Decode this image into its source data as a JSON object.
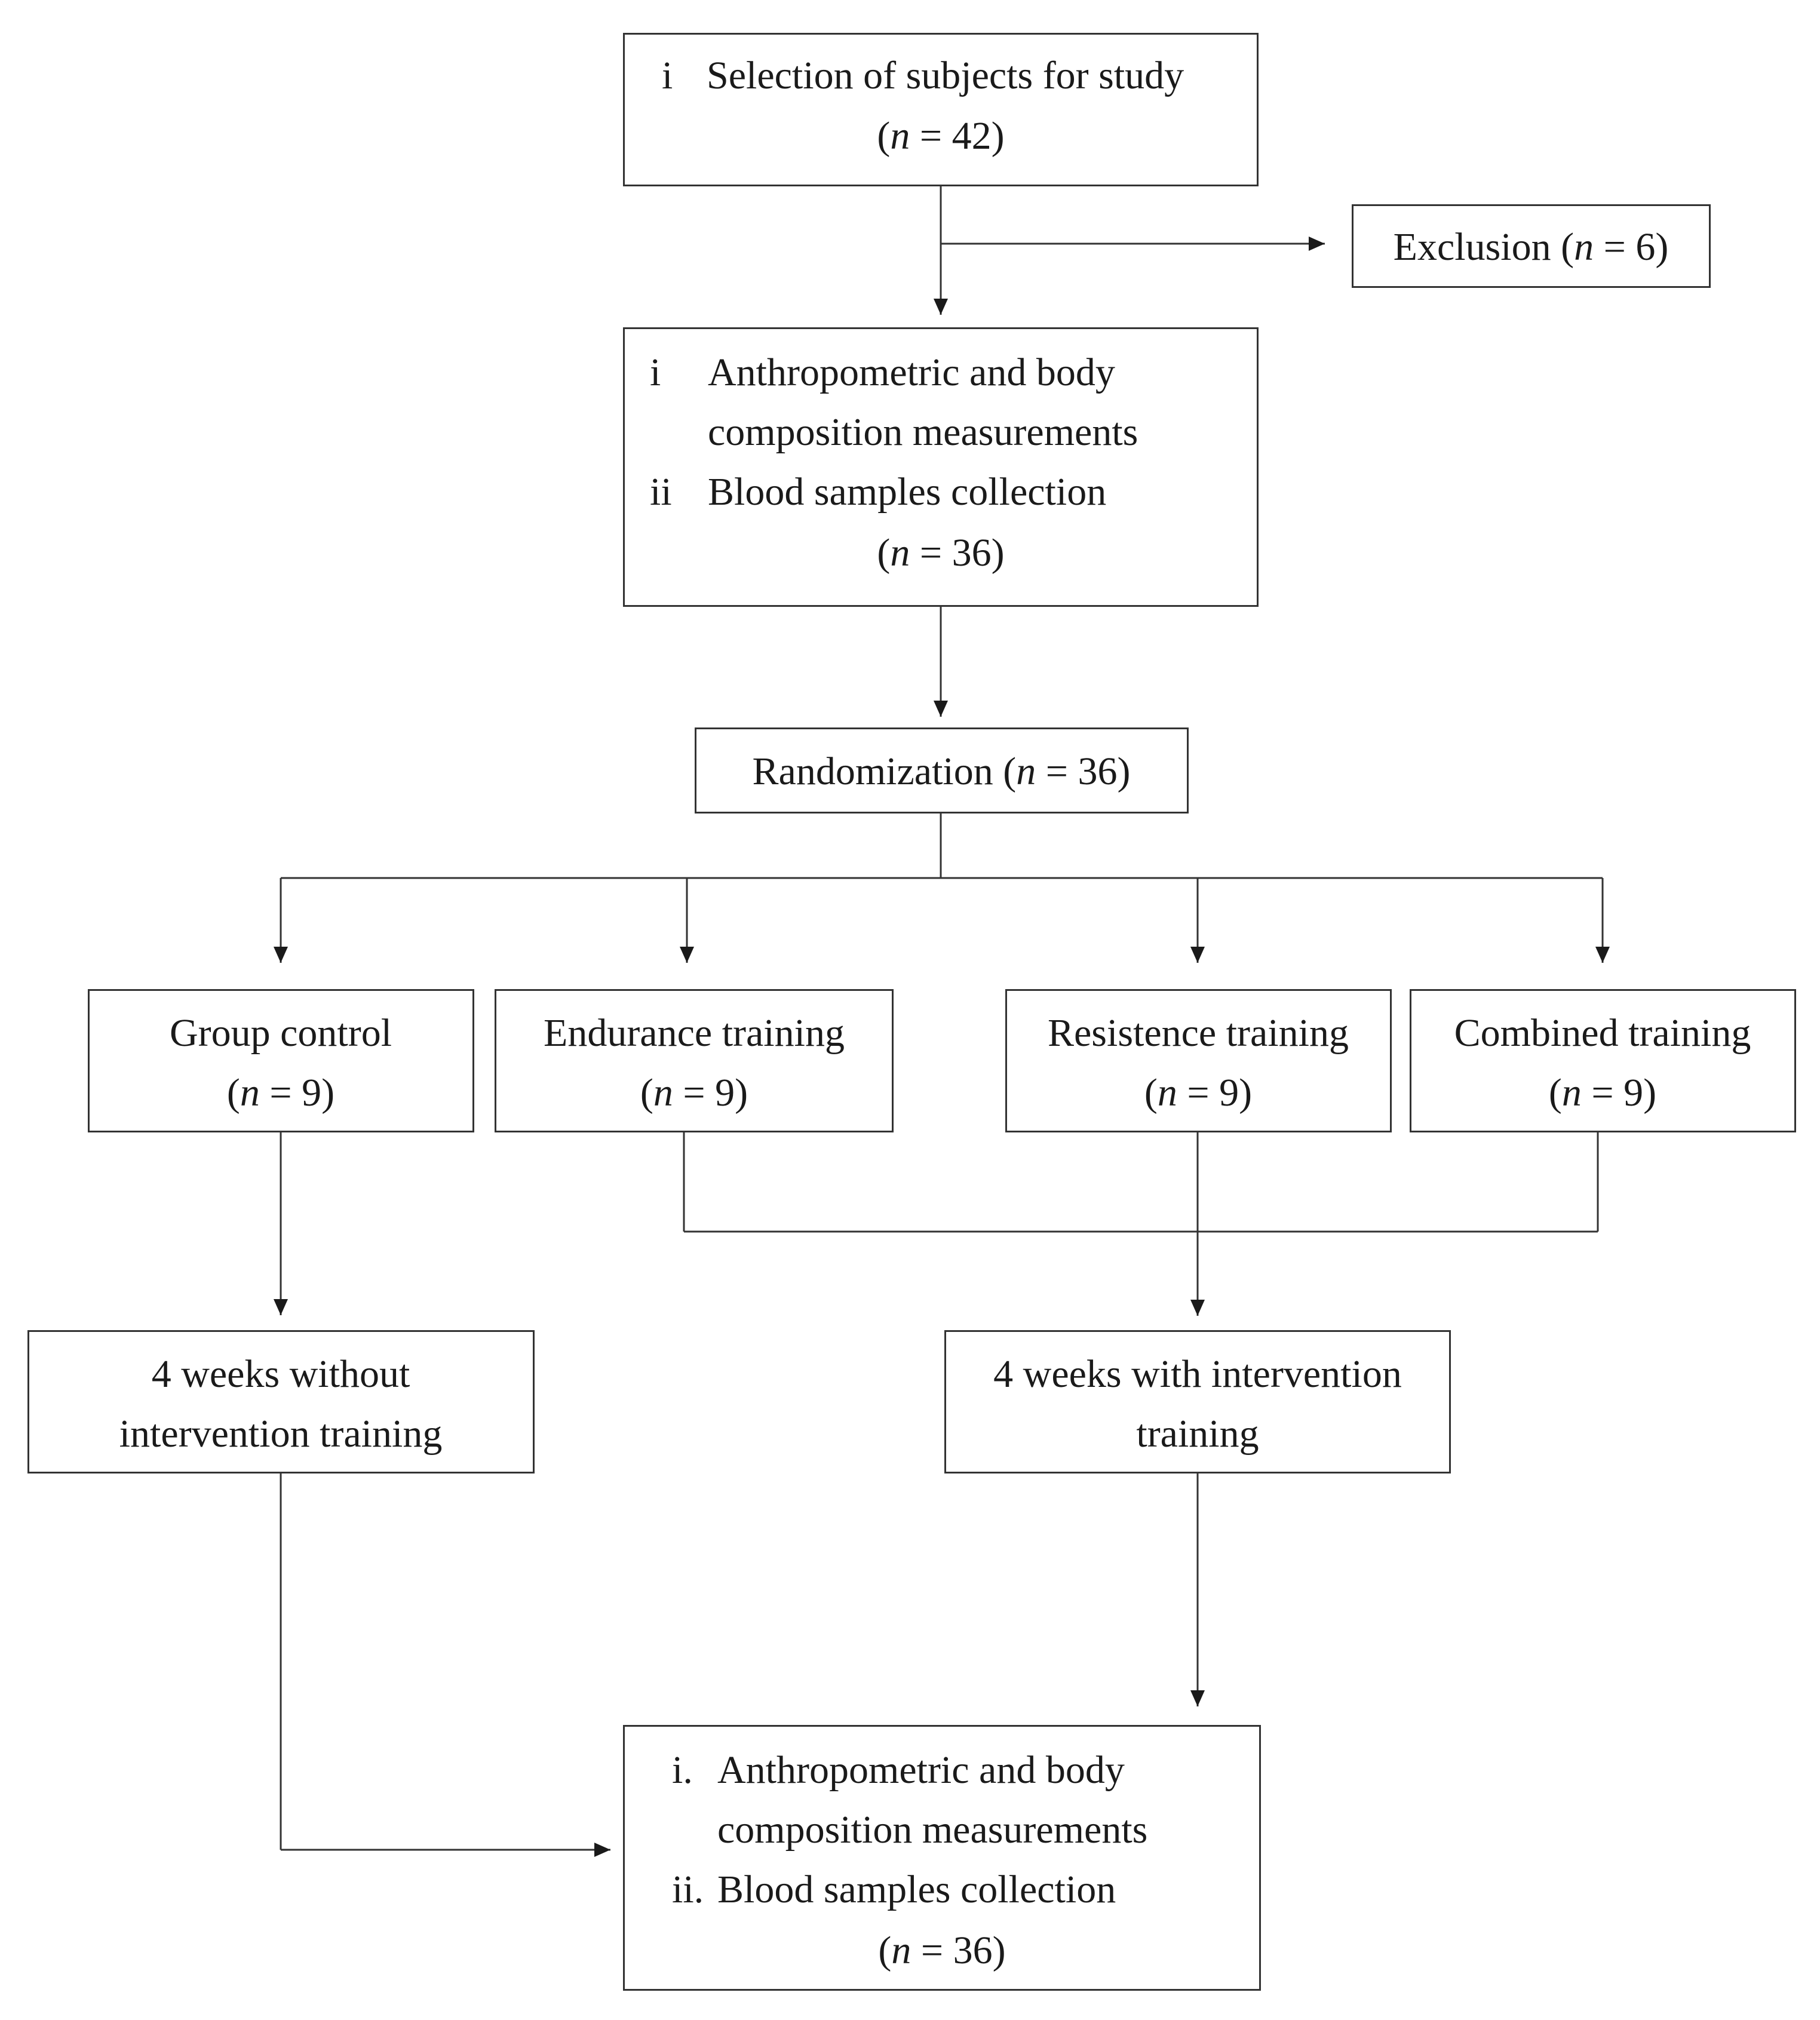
{
  "colors": {
    "line": "#333333",
    "text": "#1a1a1a",
    "background": "#ffffff"
  },
  "flowchart": {
    "selection": {
      "marker": "i",
      "label": "Selection of subjects for study",
      "count": "(n = 42)"
    },
    "exclusion": {
      "label": "Exclusion (n = 6)"
    },
    "baseline": {
      "items": [
        {
          "marker": "i",
          "line1": "Anthropometric and body",
          "line2": "composition measurements"
        },
        {
          "marker": "ii",
          "line1": "Blood samples collection"
        }
      ],
      "count": "(n = 36)"
    },
    "randomization": {
      "label": "Randomization (n = 36)"
    },
    "groups": [
      {
        "label": "Group control",
        "count": "(n = 9)"
      },
      {
        "label": "Endurance training",
        "count": "(n = 9)"
      },
      {
        "label": "Resistence training",
        "count": "(n = 9)"
      },
      {
        "label": "Combined training",
        "count": "(n = 9)"
      }
    ],
    "without_intervention": {
      "line1": "4 weeks without",
      "line2": "intervention training"
    },
    "with_intervention": {
      "line1": "4 weeks with intervention",
      "line2": "training"
    },
    "final": {
      "items": [
        {
          "marker": "i.",
          "line1": "Anthropometric and body",
          "line2": "composition measurements"
        },
        {
          "marker": "ii.",
          "line1": "Blood samples collection"
        }
      ],
      "count": "(n = 36)"
    }
  }
}
